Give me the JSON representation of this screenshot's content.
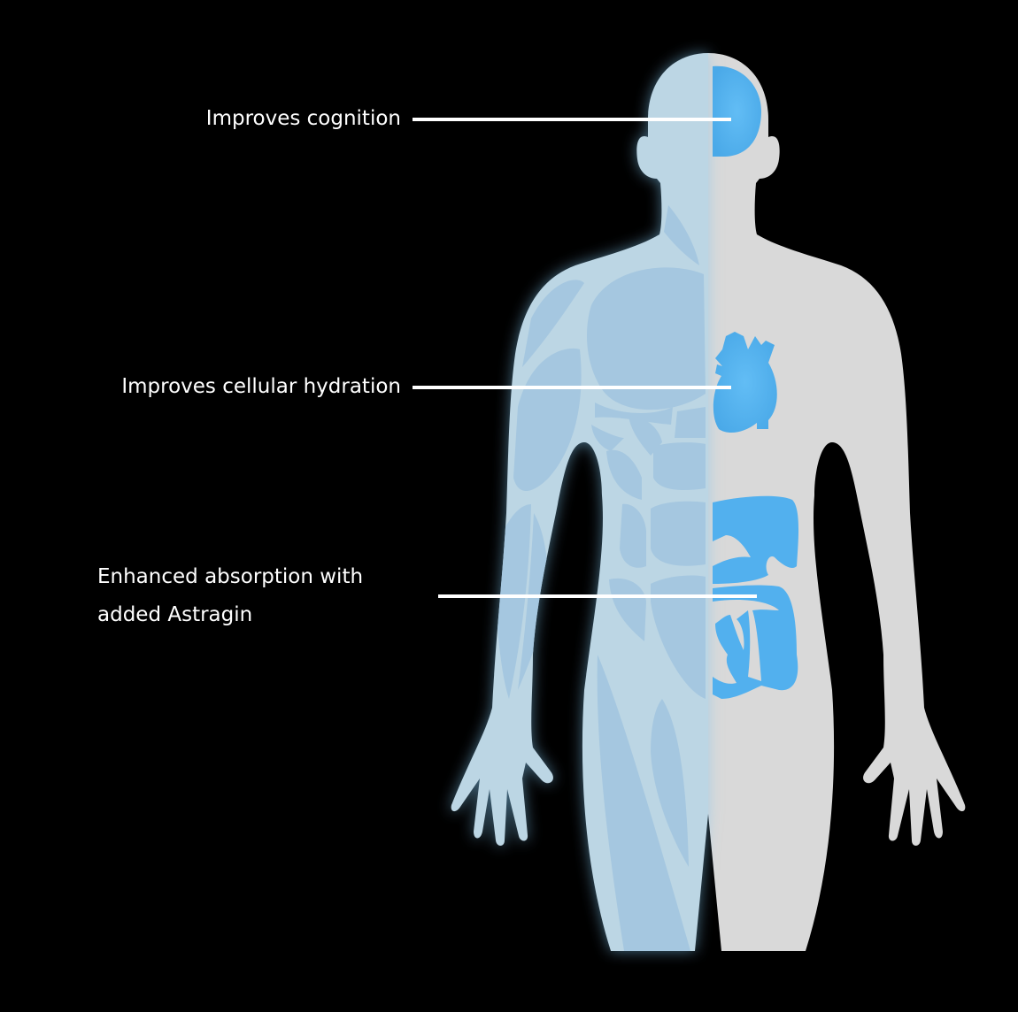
{
  "callouts": [
    {
      "text": "Improves cognition",
      "target": "brain"
    },
    {
      "text": "Improves cellular hydration",
      "target": "heart"
    },
    {
      "text_line1": "Enhanced absorption with",
      "text_line2": "added Astragin",
      "target": "digestive-system"
    }
  ],
  "colors": {
    "background": "#000000",
    "body": "#d9d9d9",
    "muscle_layer": "#bcd6e4",
    "muscles": "#a5c7e0",
    "organs": "#52b0ee",
    "lines": "#ffffff"
  }
}
